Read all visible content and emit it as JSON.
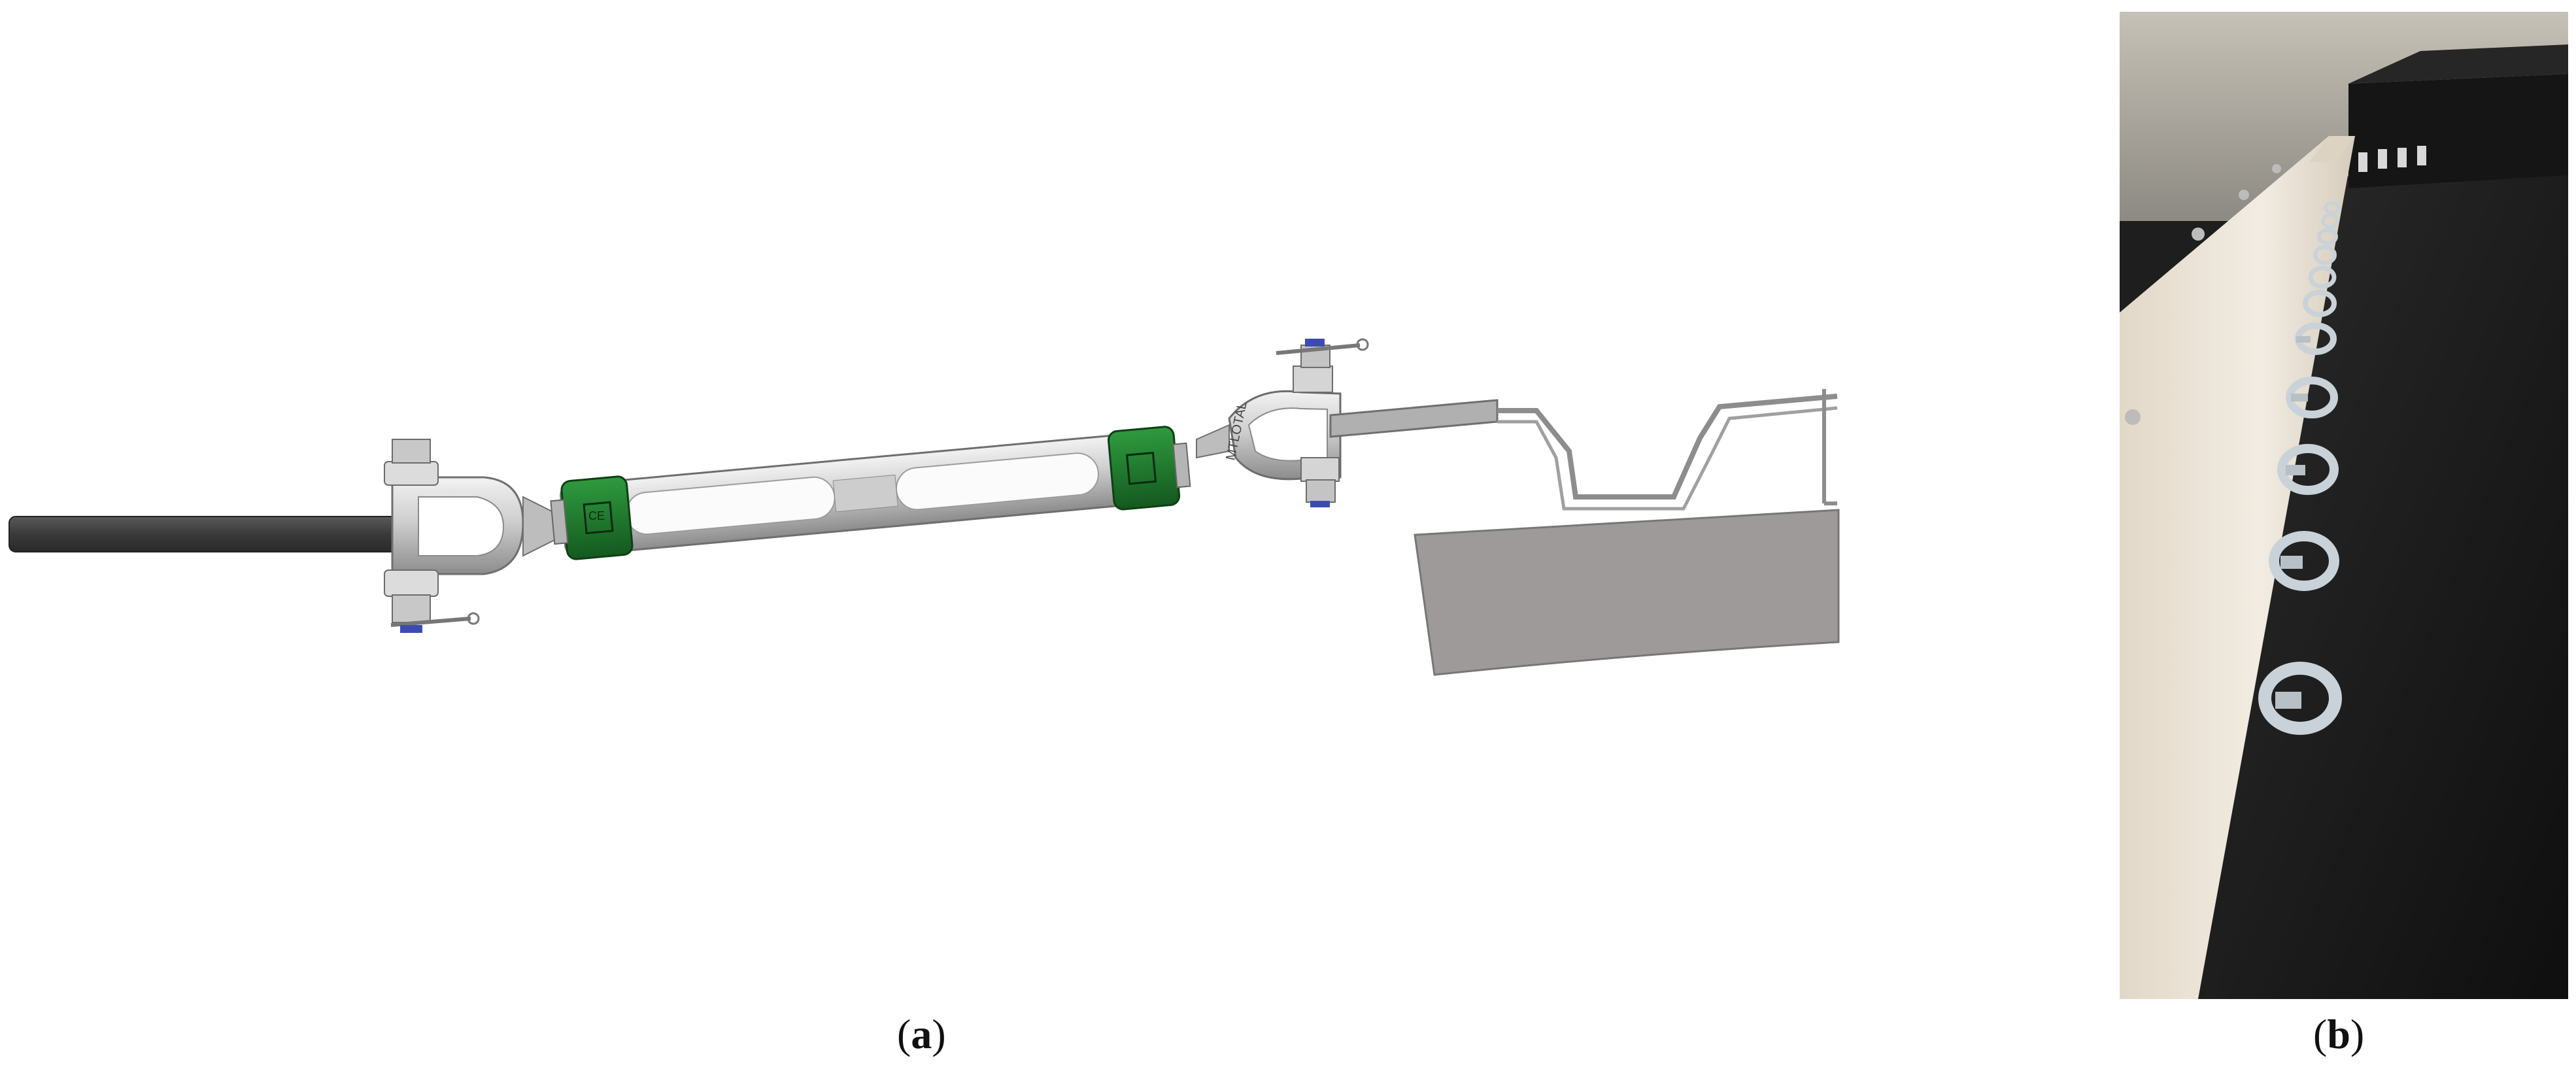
{
  "panels": {
    "a": {
      "caption_open": "(",
      "caption_letter": "a",
      "caption_close": ")",
      "turnbuckle_marking": "MTLOTAL",
      "body_marking": "CE"
    },
    "b": {
      "caption_open": "(",
      "caption_letter": "b",
      "caption_close": ")",
      "eye_bolt_count": 11
    }
  },
  "colors": {
    "background": "#ffffff",
    "cable": "#3f3f3f",
    "metal_light": "#d8d8d8",
    "metal_mid": "#a9a9a9",
    "metal_dark": "#6f6f6f",
    "green_end": "#1f7a2e",
    "plate": "#9e9a9a",
    "pin_blue": "#3c4bb3",
    "wall": "#efe7da",
    "floor": "#161616",
    "galvanized": "#c9d2d8"
  }
}
